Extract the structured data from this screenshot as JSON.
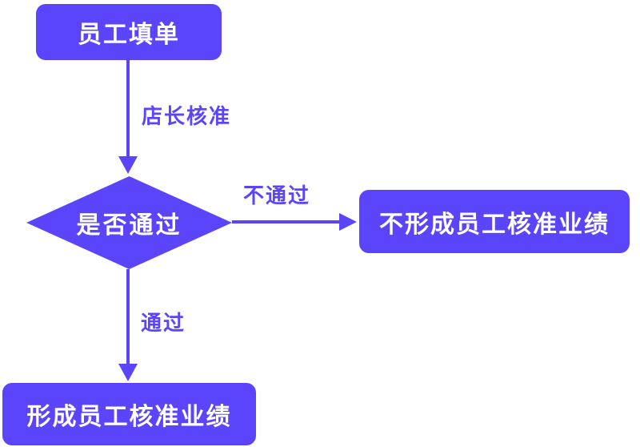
{
  "palette": {
    "accent": "#5B45FB",
    "node_text": "#ffffff",
    "background": "#ffffff"
  },
  "flowchart": {
    "nodes": [
      {
        "id": "employee-form",
        "shape": "rounded-rect",
        "label": "员工填单"
      },
      {
        "id": "decision-pass",
        "shape": "diamond",
        "label": "是否通过"
      },
      {
        "id": "no-performance",
        "shape": "rounded-rect",
        "label": "不形成员工核准业绩"
      },
      {
        "id": "performance",
        "shape": "rounded-rect",
        "label": "形成员工核准业绩"
      }
    ],
    "edges": [
      {
        "from": "employee-form",
        "to": "decision-pass",
        "direction": "down",
        "label": "店长核准"
      },
      {
        "from": "decision-pass",
        "to": "no-performance",
        "direction": "right",
        "label": "不通过"
      },
      {
        "from": "decision-pass",
        "to": "performance",
        "direction": "down",
        "label": "通过"
      }
    ]
  }
}
